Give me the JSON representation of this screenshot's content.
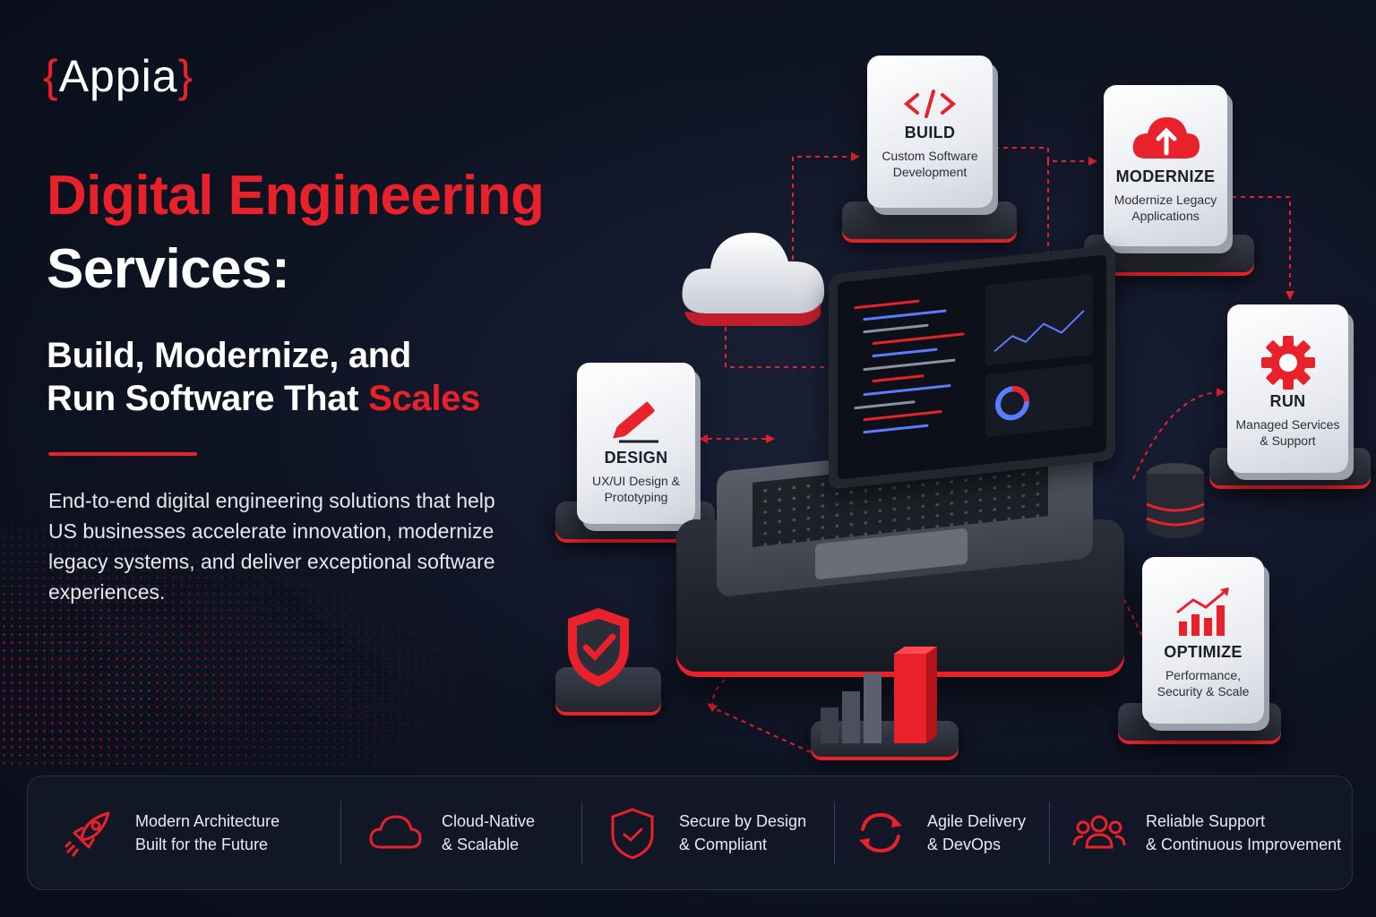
{
  "logo": {
    "brace_open": "{",
    "name": "Appia",
    "brace_close": "}"
  },
  "hero": {
    "title_line1": "Digital Engineering",
    "title_line2": "Services:",
    "subtitle_line1": "Build, Modernize, and",
    "subtitle_line2_pre": "Run Software That ",
    "subtitle_line2_accent": "Scales",
    "description": "End-to-end digital engineering solutions that help US businesses accelerate innovation, modernize legacy systems, and deliver exceptional software experiences."
  },
  "cards": {
    "build": {
      "title": "BUILD",
      "line1": "Custom Software",
      "line2": "Development"
    },
    "modernize": {
      "title": "MODERNIZE",
      "line1": "Modernize Legacy",
      "line2": "Applications"
    },
    "run": {
      "title": "RUN",
      "line1": "Managed Services",
      "line2": "& Support"
    },
    "design": {
      "title": "DESIGN",
      "line1": "UX/UI Design &",
      "line2": "Prototyping"
    },
    "optimize": {
      "title": "OPTIMIZE",
      "line1": "Performance,",
      "line2": "Security & Scale"
    }
  },
  "features": [
    {
      "icon": "rocket-icon",
      "line1": "Modern Architecture",
      "line2": "Built for the Future"
    },
    {
      "icon": "cloud-icon",
      "line1": "Cloud-Native",
      "line2": "& Scalable"
    },
    {
      "icon": "shield-check-icon",
      "line1": "Secure by Design",
      "line2": "& Compliant"
    },
    {
      "icon": "sync-icon",
      "line1": "Agile Delivery",
      "line2": "& DevOps"
    },
    {
      "icon": "team-icon",
      "line1": "Reliable Support",
      "line2": "& Continuous Improvement"
    }
  ],
  "colors": {
    "accent": "#e8212b",
    "background": "#0e1322",
    "card": "#ffffff"
  }
}
